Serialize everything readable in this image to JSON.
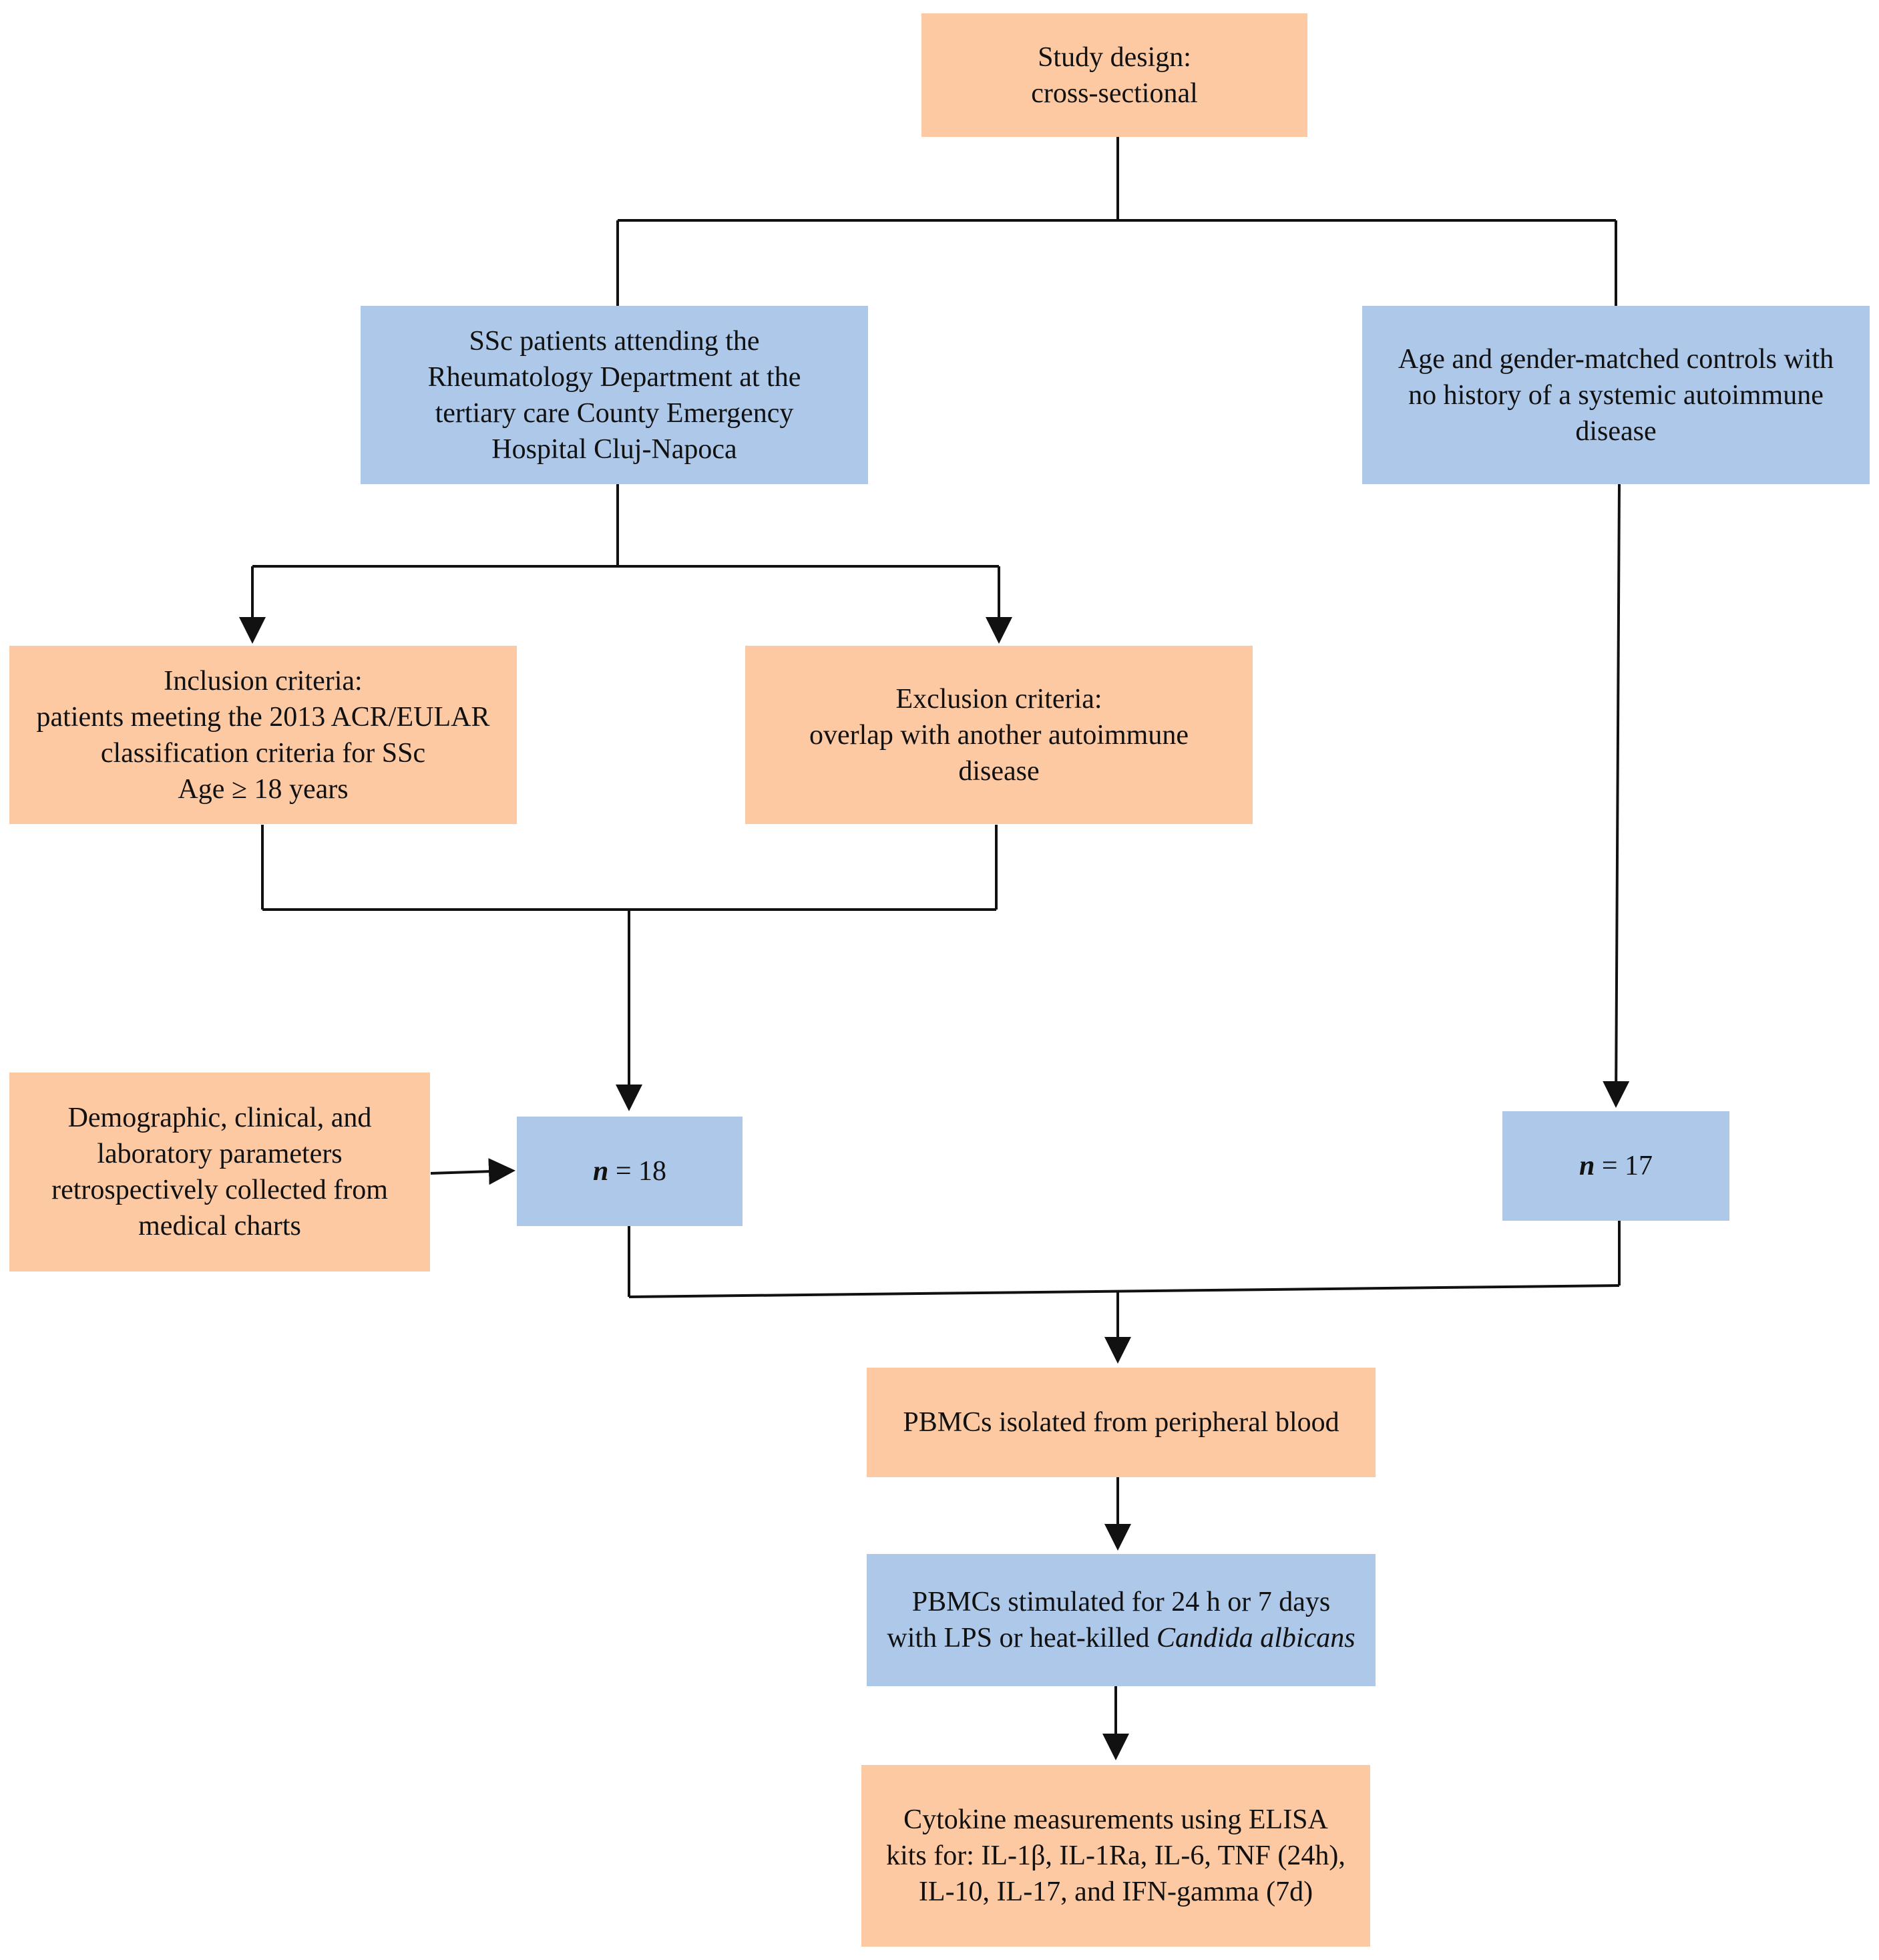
{
  "boxes": {
    "study_design": [
      "Study design:",
      "cross-sectional"
    ],
    "ssc_patients": [
      "SSc patients attending the",
      "Rheumatology Department at the",
      "tertiary care County Emergency",
      "Hospital Cluj-Napoca"
    ],
    "controls": [
      "Age and gender-matched controls with",
      "no history of a systemic autoimmune",
      "disease"
    ],
    "inclusion": [
      "Inclusion criteria:",
      "patients meeting the 2013 ACR/EULAR",
      "classification criteria for SSc",
      "Age ≥ 18 years"
    ],
    "exclusion": [
      "Exclusion criteria:",
      "overlap with another autoimmune",
      "disease"
    ],
    "demographic": [
      "Demographic, clinical, and",
      "laboratory parameters",
      "retrospectively collected from",
      "medical charts"
    ],
    "n_patients": {
      "symbol": "n",
      "value": "= 18"
    },
    "n_controls": {
      "symbol": "n",
      "value": "= 17"
    },
    "pbmc_isolated": [
      "PBMCs isolated from peripheral blood"
    ],
    "pbmc_stimulated": {
      "line1": "PBMCs stimulated for 24 h or 7 days",
      "line2_prefix": "with LPS or heat-killed ",
      "line2_italic": "Candida albicans"
    },
    "cytokine": [
      "Cytokine measurements using ELISA",
      "kits for: IL-1β, IL-1Ra, IL-6, TNF (24h),",
      "IL-10, IL-17, and IFN-gamma (7d)"
    ]
  },
  "colors": {
    "orange_fill": "#fcc9a3",
    "blue_fill": "#adc8e8",
    "line": "#111111"
  }
}
